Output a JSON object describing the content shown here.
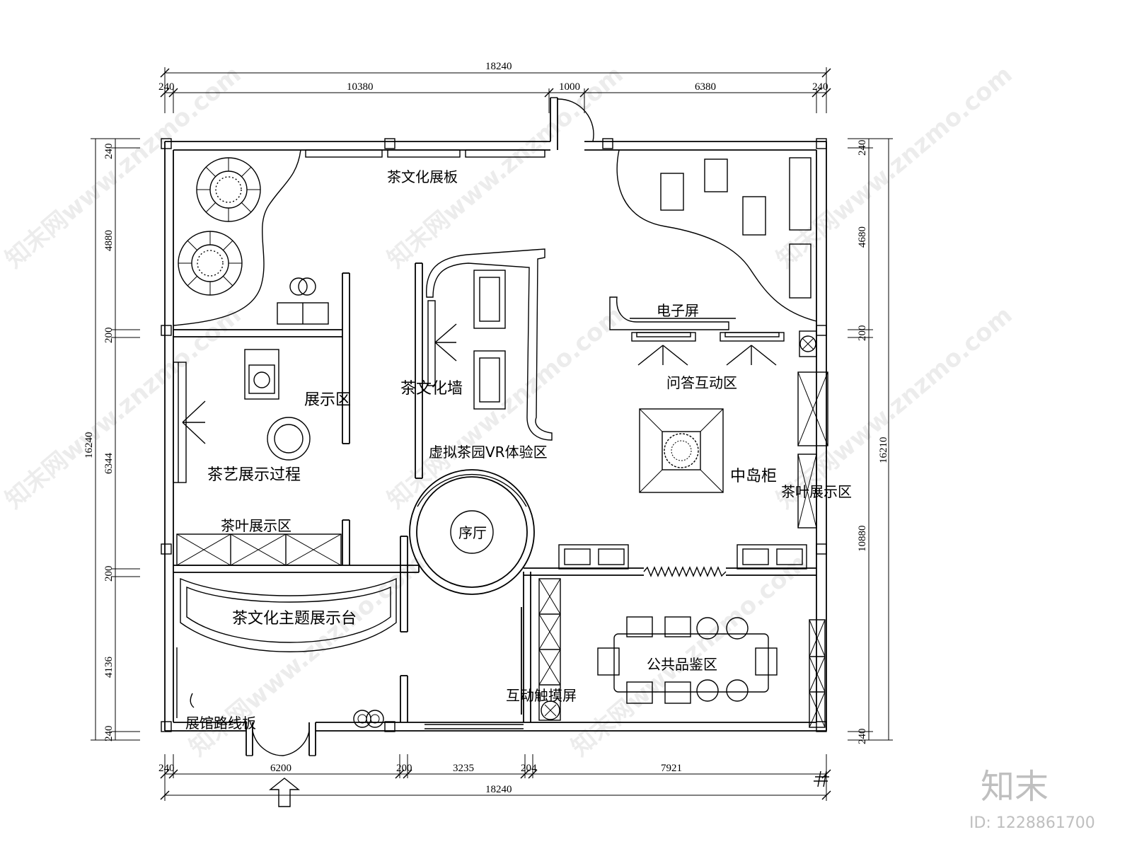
{
  "dimensions": {
    "top_total": "18240",
    "top_left_wall": "240",
    "top_seg1": "10380",
    "top_seg2": "1000",
    "top_seg3": "6380",
    "top_right_wall": "240",
    "left_total": "16240",
    "left_top_wall": "240",
    "left_seg1": "4880",
    "left_wall2": "200",
    "left_seg2": "6344",
    "left_wall3": "200",
    "left_seg3": "4136",
    "left_bottom_wall": "240",
    "right_total": "16210",
    "right_top_wall": "240",
    "right_seg1": "4680",
    "right_wall2": "200",
    "right_seg2": "10880",
    "right_bottom_wall": "240",
    "bottom_total": "18240",
    "bottom_left_wall": "240",
    "bottom_seg1": "6200",
    "bottom_wall2": "200",
    "bottom_seg2": "3235",
    "bottom_wall3": "204",
    "bottom_seg3": "7921"
  },
  "rooms": {
    "tea_culture_board": "茶文化展板",
    "display_area": "展示区",
    "tea_culture_wall": "茶文化墙",
    "electronic_screen": "电子屏",
    "qa_interactive": "问答互动区",
    "vr_experience": "虚拟茶园VR体验区",
    "tea_art_process": "茶艺展示过程",
    "central_island": "中岛柜",
    "tea_leaf_display_right": "茶叶展示区",
    "tea_leaf_display_left": "茶叶展示区",
    "hall": "序厅",
    "theme_stage": "茶文化主题展示台",
    "public_tasting": "公共品鉴区",
    "touch_screen": "互动触摸屏",
    "route_board": "展馆路线板"
  },
  "watermark": {
    "text": "知末网www.znzmo.com",
    "brand": "知末",
    "image_id": "ID: 1228861700"
  }
}
